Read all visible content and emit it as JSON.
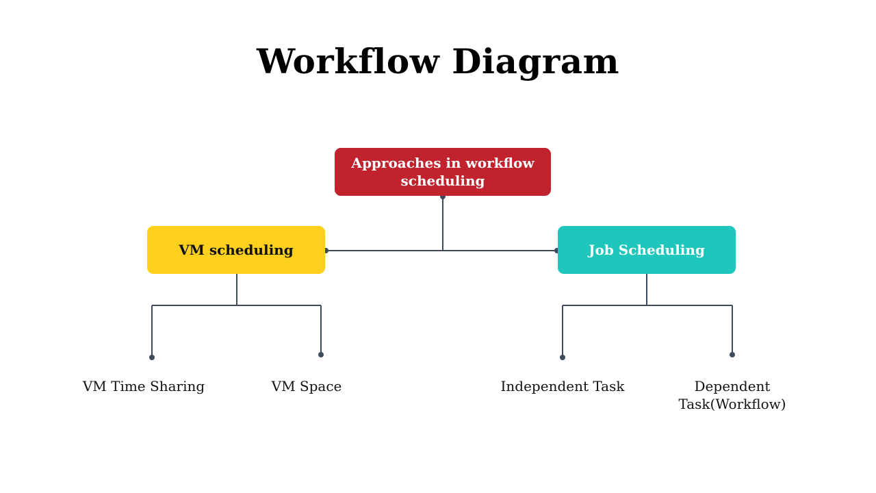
{
  "title": "Workflow Diagram",
  "colors": {
    "root": "#c0232d",
    "vm": "#fdd01e",
    "job": "#1ec6bb",
    "connector": "#3e4a5e"
  },
  "nodes": {
    "root": "Approaches in workflow scheduling",
    "vm_scheduling": "VM scheduling",
    "job_scheduling": "Job Scheduling"
  },
  "leaves": {
    "vm_time_sharing": "VM Time Sharing",
    "vm_space": "VM Space",
    "independent_task": "Independent Task",
    "dependent_task": "Dependent Task(Workflow)"
  }
}
